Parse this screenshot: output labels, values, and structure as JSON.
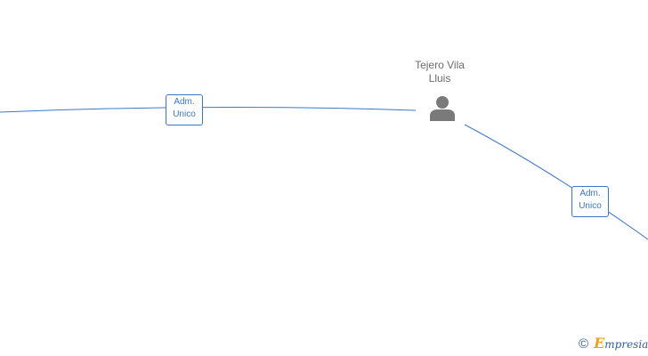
{
  "person": {
    "name_line1": "Tejero Vila",
    "name_line2": "Lluis",
    "icon": "person-icon"
  },
  "relations": [
    {
      "role_line1": "Adm.",
      "role_line2": "Unico"
    },
    {
      "role_line1": "Adm.",
      "role_line2": "Unico"
    }
  ],
  "watermark": {
    "symbol": "©",
    "brand": "Empresia",
    "brand_initial": "E",
    "brand_rest": "mpresia"
  },
  "colors": {
    "edge": "#3b78c9",
    "person_icon": "#7a7a7a",
    "label_text": "#6b6b6b",
    "brand_blue": "#2f5f9e",
    "brand_orange": "#f0a21a"
  }
}
